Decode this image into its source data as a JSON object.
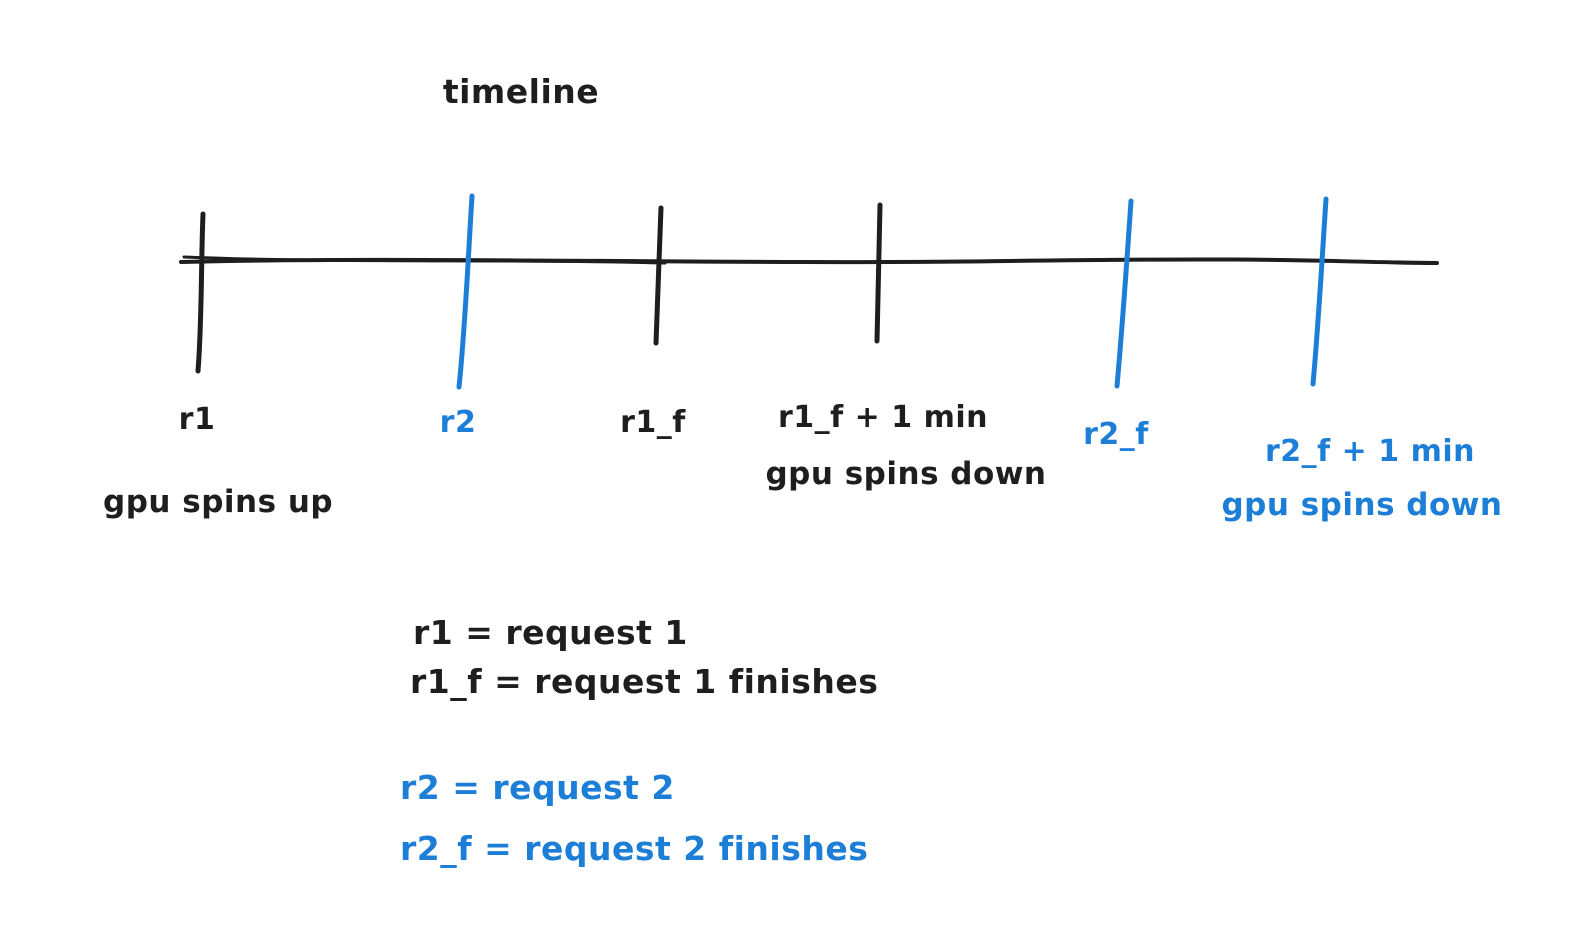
{
  "title": "timeline",
  "colors": {
    "ink": "#1e1e1e",
    "accent": "#1c7ed6",
    "background": "#ffffff"
  },
  "timeline": {
    "ticks": [
      {
        "label": "r1",
        "sublabel": "gpu spins up"
      },
      {
        "label": "r2",
        "sublabel": ""
      },
      {
        "label": "r1_f",
        "sublabel": ""
      },
      {
        "label": "r1_f + 1 min",
        "sublabel": "gpu spins down"
      },
      {
        "label": "r2_f",
        "sublabel": ""
      },
      {
        "label": "r2_f + 1 min",
        "sublabel": "gpu spins down"
      }
    ]
  },
  "legend": {
    "ink": [
      "r1 = request 1",
      "r1_f = request 1 finishes"
    ],
    "accent": [
      "r2 = request 2",
      "r2_f = request 2 finishes"
    ]
  }
}
